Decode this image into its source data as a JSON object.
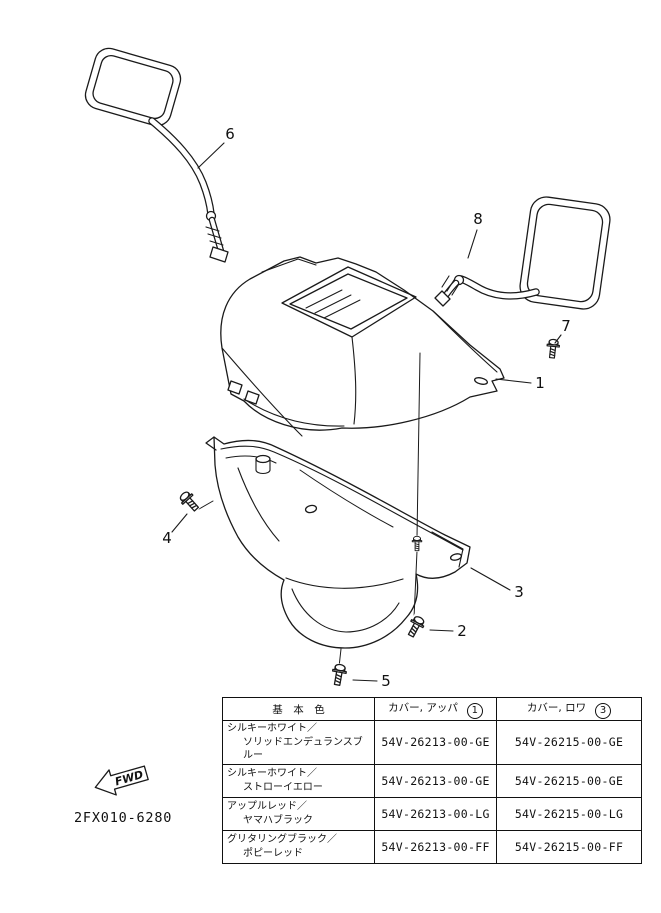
{
  "diagram": {
    "code": "2FX010-6280",
    "fwd_label": "FWD",
    "callouts": [
      "1",
      "2",
      "3",
      "4",
      "5",
      "6",
      "7",
      "8"
    ]
  },
  "table": {
    "header": {
      "color": "基　本　色",
      "upper": "カバー, アッパ",
      "upper_ref": "1",
      "lower": "カバー, ロワ",
      "lower_ref": "3"
    },
    "rows": [
      {
        "color_line1": "シルキーホワイト／",
        "color_line2": "ソリッドエンデュランスブルー",
        "upper": "54V-26213-00-GE",
        "lower": "54V-26215-00-GE"
      },
      {
        "color_line1": "シルキーホワイト／",
        "color_line2": "ストローイエロー",
        "upper": "54V-26213-00-GE",
        "lower": "54V-26215-00-GE"
      },
      {
        "color_line1": "アップルレッド／",
        "color_line2": "ヤマハブラック",
        "upper": "54V-26213-00-LG",
        "lower": "54V-26215-00-LG"
      },
      {
        "color_line1": "グリタリングブラック／",
        "color_line2": "ポピーレッド",
        "upper": "54V-26213-00-FF",
        "lower": "54V-26215-00-FF"
      }
    ]
  }
}
